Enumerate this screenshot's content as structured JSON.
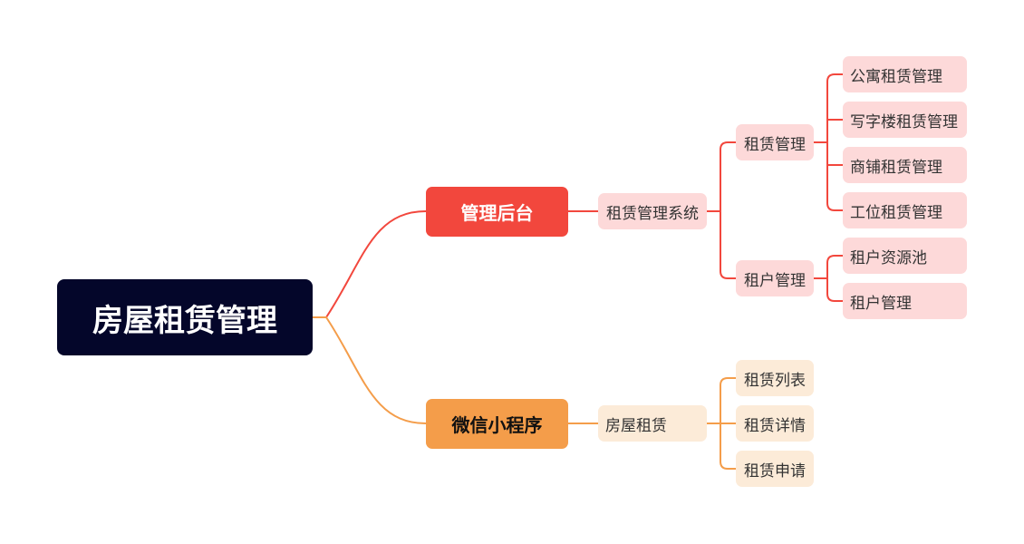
{
  "diagram": {
    "root": {
      "label": "房屋租赁管理"
    },
    "branches": [
      {
        "label": "管理后台",
        "color": "#f2473d",
        "child": {
          "label": "租赁管理系统",
          "children": [
            {
              "label": "租赁管理",
              "children": [
                "公寓租赁管理",
                "写字楼租赁管理",
                "商铺租赁管理",
                "工位租赁管理"
              ]
            },
            {
              "label": "租户管理",
              "children": [
                "租户资源池",
                "租户管理"
              ]
            }
          ]
        }
      },
      {
        "label": "微信小程序",
        "color": "#f49d4a",
        "child": {
          "label": "房屋租赁",
          "children": [
            "租赁列表",
            "租赁详情",
            "租赁申请"
          ]
        }
      }
    ]
  },
  "colors": {
    "root_bg": "#04062a",
    "red": "#f2473d",
    "orange": "#f49d4a",
    "red_light": "#fdd9d9",
    "orange_light": "#fcebd8"
  }
}
